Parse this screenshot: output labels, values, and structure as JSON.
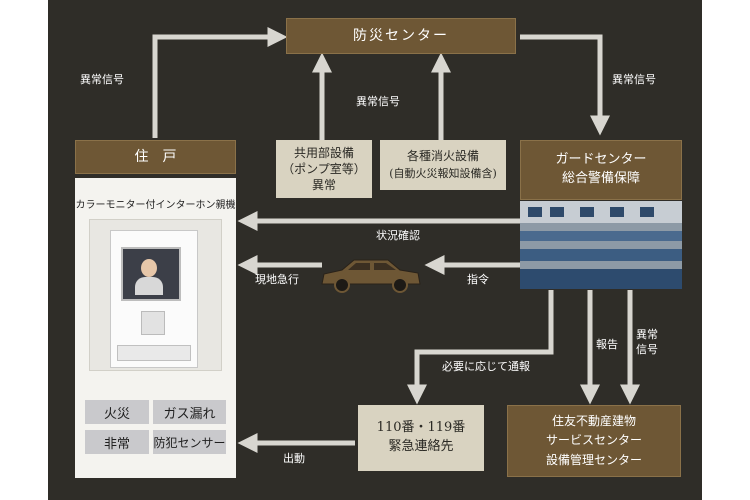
{
  "nodes": {
    "bosai": "防災センター",
    "sumai": "住　戸",
    "kyoyo": [
      "共用部設備",
      "（ポンプ室等）",
      "異常"
    ],
    "shoka": [
      "各種消火設備",
      "(自動火災報知設備含)"
    ],
    "guard": [
      "ガードセンター",
      "総合警備保障"
    ],
    "emergency": [
      "110番・119番",
      "緊急連絡先"
    ],
    "sumitomo": [
      "住友不動産建物",
      "サービスセンター",
      "設備管理センター"
    ]
  },
  "edges": {
    "ijo_left": "異常信号",
    "ijo_mid": "異常信号",
    "ijo_right": "異常信号",
    "jokyo": "状況確認",
    "genchi": "現地急行",
    "shirei": "指令",
    "hitsuyo": "必要に応じて通報",
    "hokoku": "報告",
    "ijo_vert": [
      "異常",
      "信号"
    ],
    "shutsudo": "出動"
  },
  "intercom": {
    "title": "カラーモニター付インターホン親機",
    "buttons": [
      "火災",
      "ガス漏れ",
      "非常",
      "防犯センサー"
    ]
  },
  "colors": {
    "background": "#2f2d28",
    "box_brown": "#6e5735",
    "box_beige": "#d9d3c1",
    "arrow": "#d8d6d0"
  }
}
